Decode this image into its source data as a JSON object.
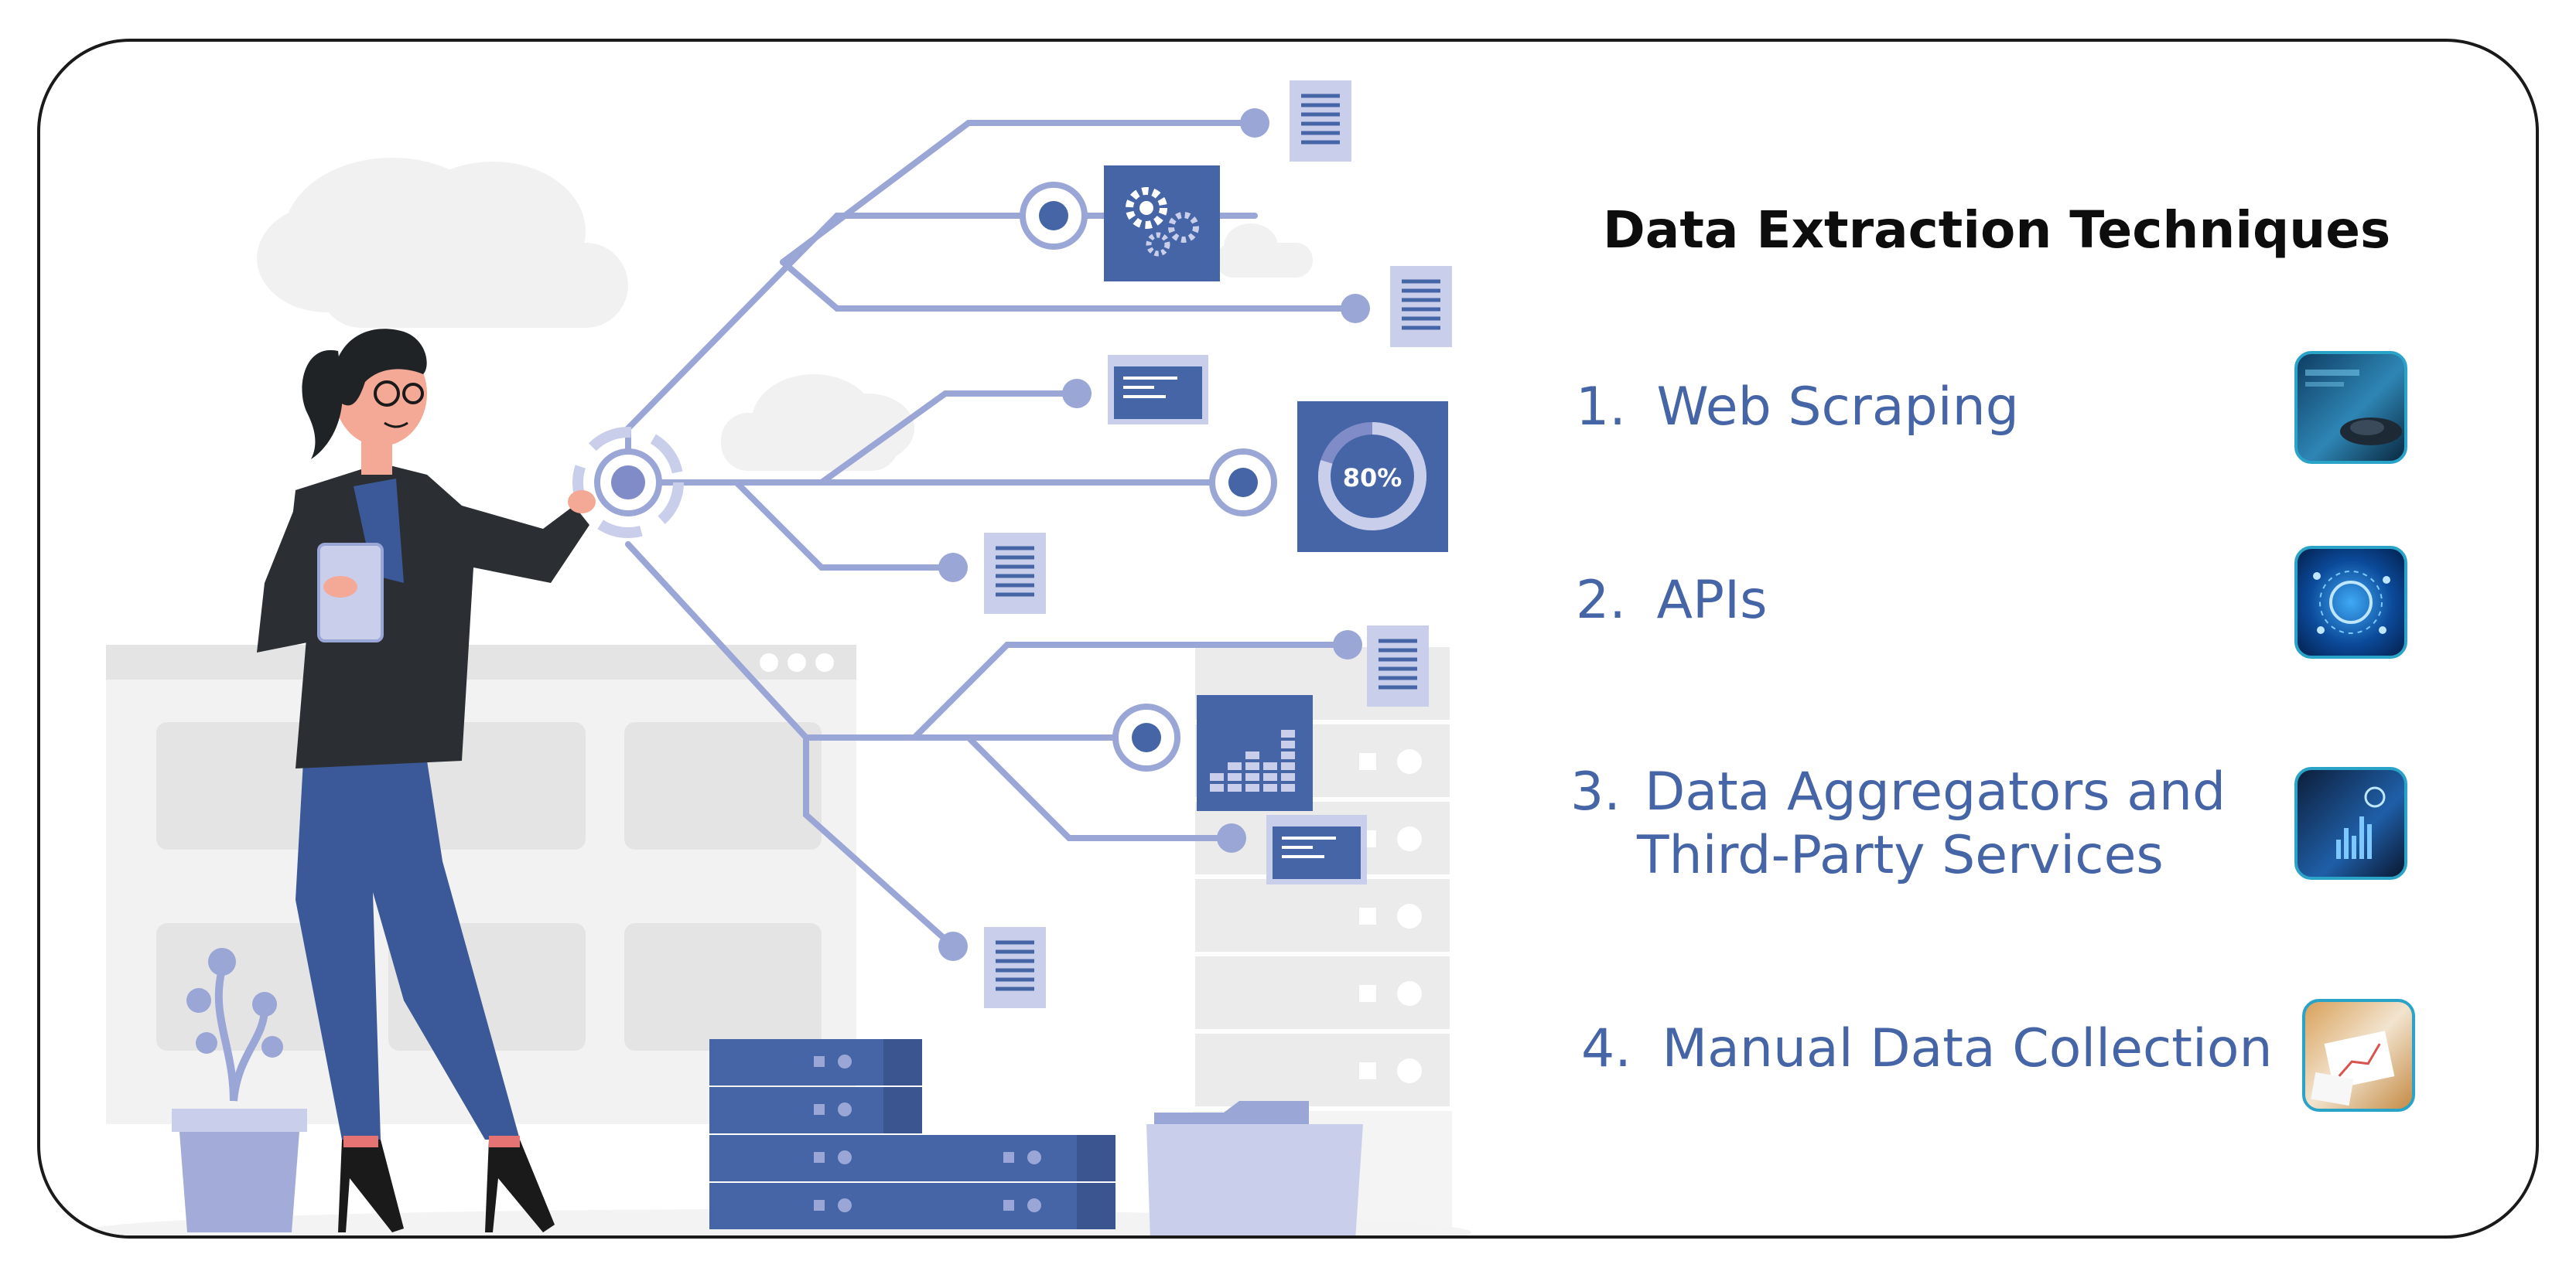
{
  "heading": "Data Extraction Techniques",
  "techniques": [
    {
      "number": "1.",
      "label": "Web Scraping",
      "icon": "web-scraping-photo-icon"
    },
    {
      "number": "2.",
      "label": "APIs",
      "icon": "api-network-photo-icon"
    },
    {
      "number": "3.",
      "label": "Data Aggregators and Third-Party Services",
      "label_line1": "Data Aggregators and",
      "label_line2": "Third-Party Services",
      "icon": "analytics-dashboard-photo-icon"
    },
    {
      "number": "4.",
      "label": "Manual Data Collection",
      "icon": "paper-documents-photo-icon"
    }
  ],
  "illustration": {
    "gauge_text": "80%"
  },
  "colors": {
    "accent_blue": "#4565a6",
    "line_periwinkle": "#9aa6d6",
    "light_gray": "#ececec",
    "thumb_border": "#2aa3c8"
  }
}
